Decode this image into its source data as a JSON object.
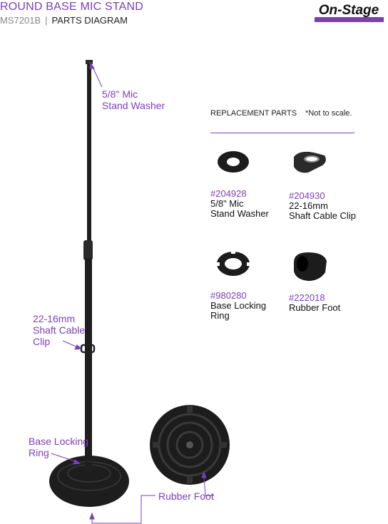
{
  "header": {
    "title": "ROUND BASE MIC STAND",
    "model": "MS7201B",
    "separator": "|",
    "section": "PARTS DIAGRAM",
    "brand": "On-Stage"
  },
  "callouts": {
    "washer": "5/8\" Mic\nStand Washer",
    "clip": "22-16mm\nShaft Cable\nClip",
    "ring": "Base Locking\nRing",
    "foot": "Rubber Foot"
  },
  "replacement": {
    "heading": "REPLACEMENT PARTS",
    "note": "*Not to scale.",
    "parts": [
      {
        "number": "#204928",
        "name": "5/8\" Mic\nStand Washer",
        "icon": "washer-icon"
      },
      {
        "number": "#204930",
        "name": "22-16mm\nShaft Cable Clip",
        "icon": "cable-clip-icon"
      },
      {
        "number": "#980280",
        "name": "Base Locking\nRing",
        "icon": "locking-ring-icon"
      },
      {
        "number": "#222018",
        "name": "Rubber Foot",
        "icon": "rubber-foot-icon"
      }
    ]
  },
  "colors": {
    "accent": "#7b3fb8",
    "stand": "#1e1e1e"
  }
}
